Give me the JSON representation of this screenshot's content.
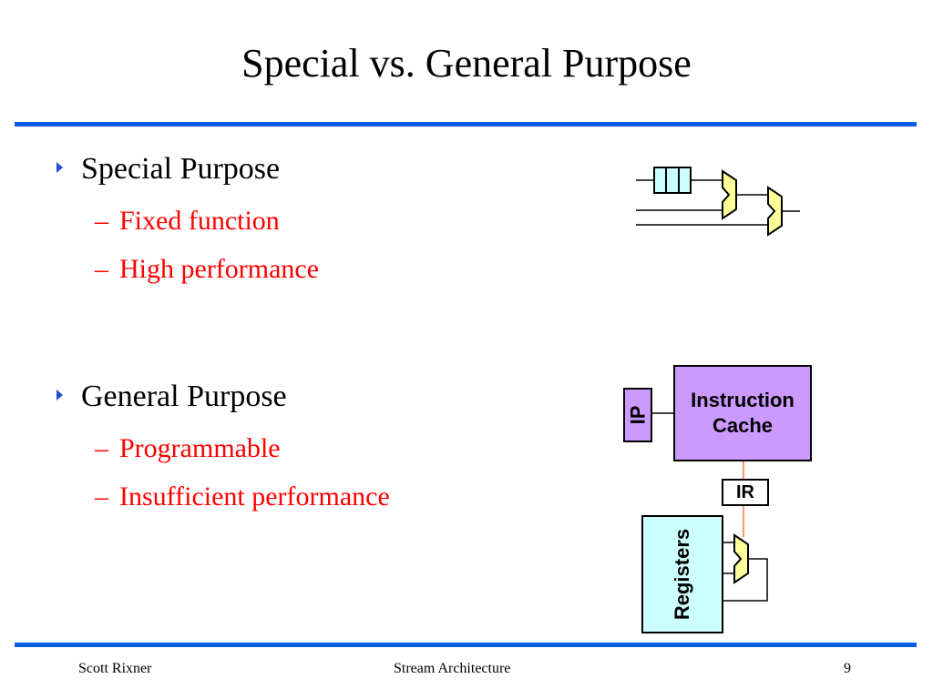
{
  "slide": {
    "title": "Special vs. General Purpose"
  },
  "bullets": [
    {
      "label": "Special Purpose",
      "subs": [
        "Fixed function",
        "High performance"
      ]
    },
    {
      "label": "General Purpose",
      "subs": [
        "Programmable",
        "Insufficient performance"
      ]
    }
  ],
  "diagram_general": {
    "icache_line1": "Instruction",
    "icache_line2": "Cache",
    "ip_label": "IP",
    "ir_label": "IR",
    "registers_label": "Registers"
  },
  "footer": {
    "author": "Scott Rixner",
    "course": "Stream Architecture",
    "page": "9"
  },
  "colors": {
    "accent_rule": "#0a5ce6",
    "sub_bullet_text": "#ff0000",
    "icache_fill": "#cc99ff",
    "registers_fill": "#ccffff",
    "special_fifo_fill": "#ccffff",
    "alu_fill": "#ffff99",
    "control_wire": "#ff9966"
  },
  "icons": {
    "bullet": "triangle-right-icon",
    "alu": "alu-chevron-icon",
    "fifo": "fifo-buffer-icon"
  }
}
